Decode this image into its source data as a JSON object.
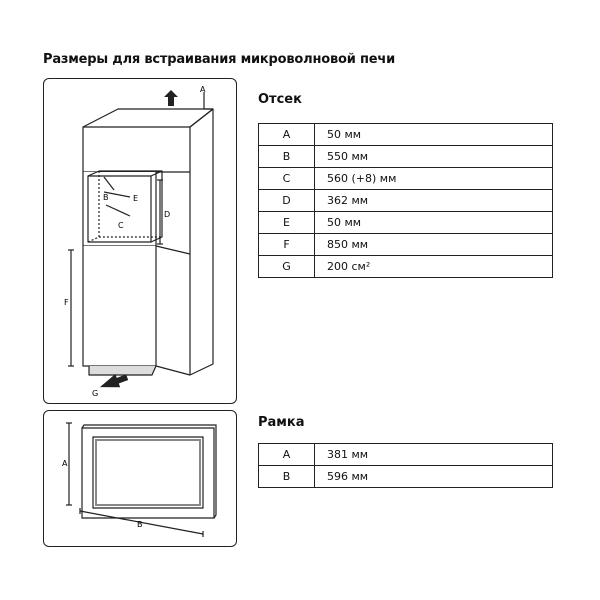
{
  "page": {
    "title": "Размеры для встраивания микроволновой печи"
  },
  "compartment": {
    "title": "Отсек",
    "rows": [
      {
        "key": "A",
        "value": "50 мм"
      },
      {
        "key": "B",
        "value": "550 мм"
      },
      {
        "key": "C",
        "value": "560 (+8) мм"
      },
      {
        "key": "D",
        "value": "362 мм"
      },
      {
        "key": "E",
        "value": "50 мм"
      },
      {
        "key": "F",
        "value": "850 мм"
      },
      {
        "key": "G",
        "value": "200 см²"
      }
    ],
    "diagram_labels": {
      "a": "A",
      "b": "B",
      "c": "C",
      "d": "D",
      "e": "E",
      "f": "F",
      "g": "G"
    }
  },
  "frame": {
    "title": "Рамка",
    "rows": [
      {
        "key": "A",
        "value": "381 мм"
      },
      {
        "key": "B",
        "value": "596 мм"
      }
    ],
    "diagram_labels": {
      "a": "A",
      "b": "B"
    }
  }
}
